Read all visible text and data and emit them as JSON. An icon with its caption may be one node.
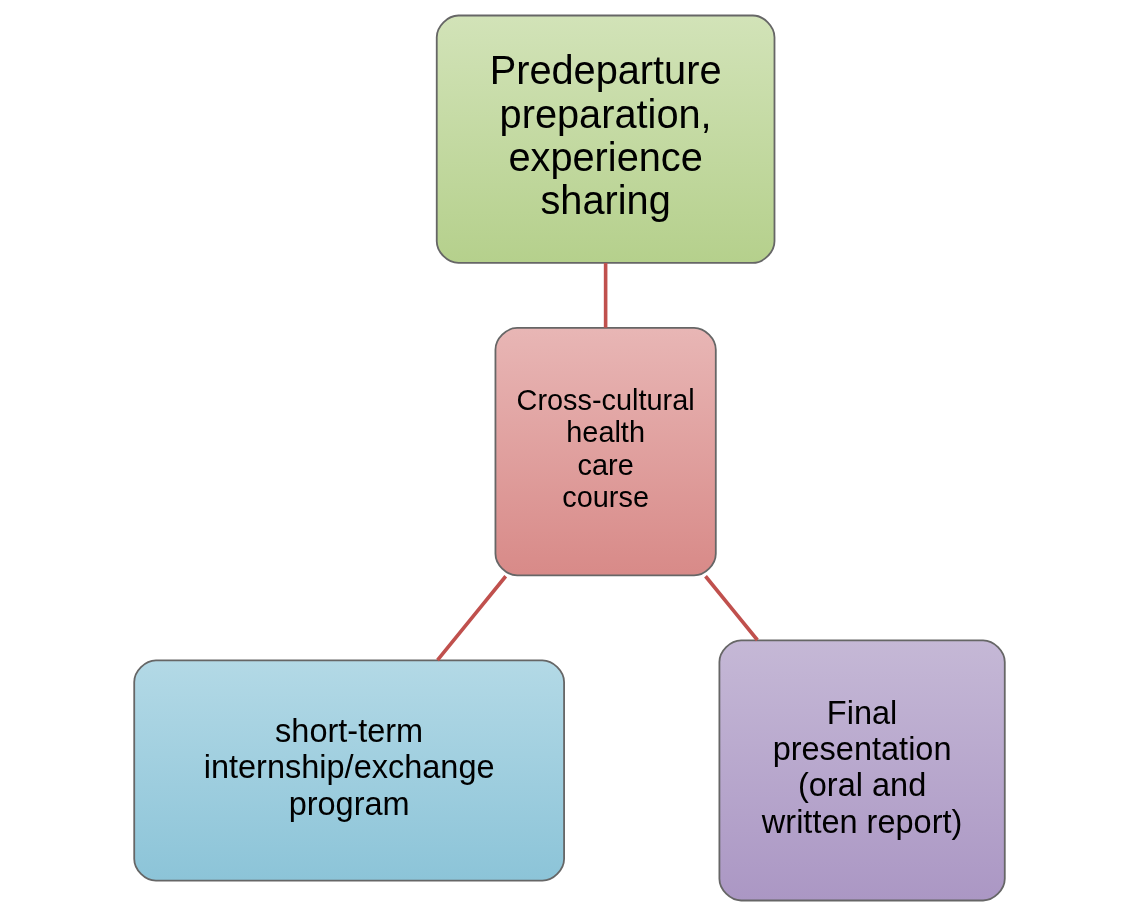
{
  "diagram": {
    "nodes": [
      {
        "text": [
          "Predeparture preparation, experience sharing"
        ]
      },
      {
        "text": [
          "Cross-cultural health care course"
        ]
      },
      {
        "text": [
          "short-term internship/exchange program"
        ]
      },
      {
        "text": [
          "Final presentation (oral and written report)"
        ]
      }
    ],
    "edges": [
      {
        "from": 0,
        "to": 1,
        "arrow": "none"
      },
      {
        "from": 1,
        "to": 2,
        "arrow": "none"
      },
      {
        "from": 1,
        "to": 3,
        "arrow": "none"
      }
    ]
  }
}
